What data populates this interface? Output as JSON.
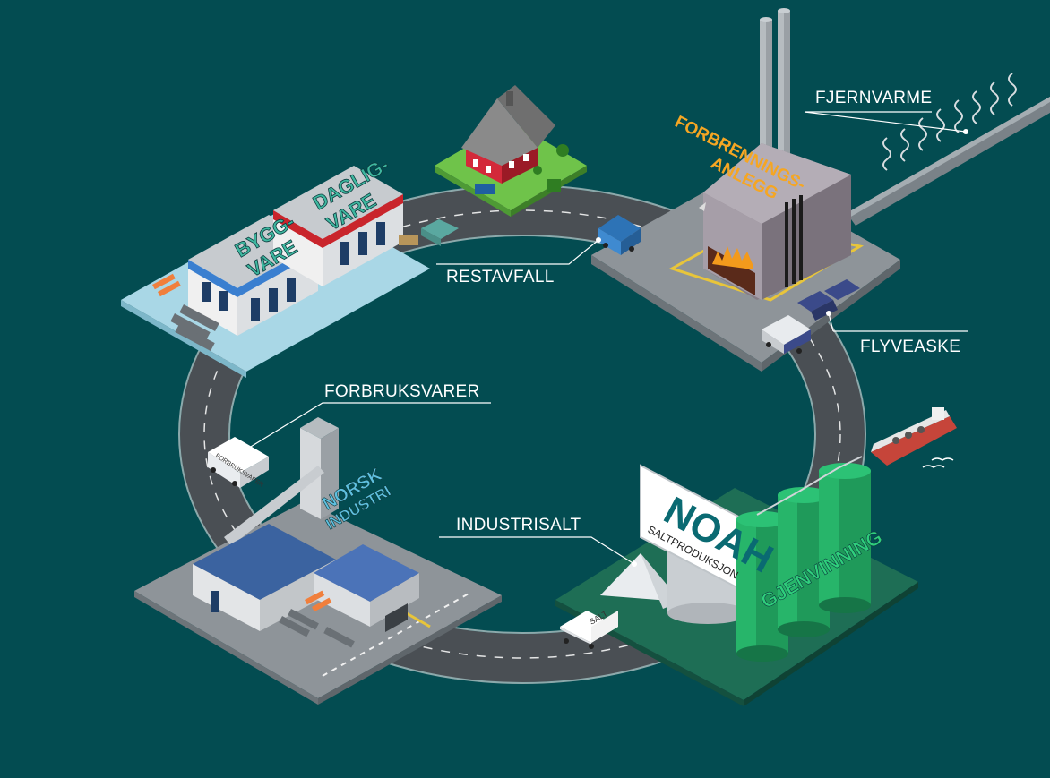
{
  "labels": {
    "fjernvarme": "FJERNVARME",
    "restavfall": "RESTAVFALL",
    "flyveaske": "FLYVEASKE",
    "forbruksvarer": "FORBRUKSVARER",
    "industrisalt": "INDUSTRISALT"
  },
  "buildings": {
    "store_left": [
      "BYGG-",
      "VARE"
    ],
    "store_right": [
      "DAGLIG-",
      "VARE"
    ],
    "incinerator": [
      "FORBRENNINGS-",
      "ANLEGG"
    ],
    "industry": [
      "NORSK",
      "INDUSTRI"
    ],
    "recycling": "GJENVINNING",
    "noah_logo": "NOAH",
    "noah_sub": "SALTPRODUKSJON"
  },
  "vehicles": {
    "forbruks_truck": "FORBRUKSVARER",
    "salt_truck": "SALT"
  },
  "colors": {
    "background": "#034c51",
    "road": "#4a4f54",
    "green_silo": "#1f9a5a",
    "accent_orange": "#f5a623",
    "store_text": "#3fb8a0",
    "label_text": "#ffffff"
  }
}
